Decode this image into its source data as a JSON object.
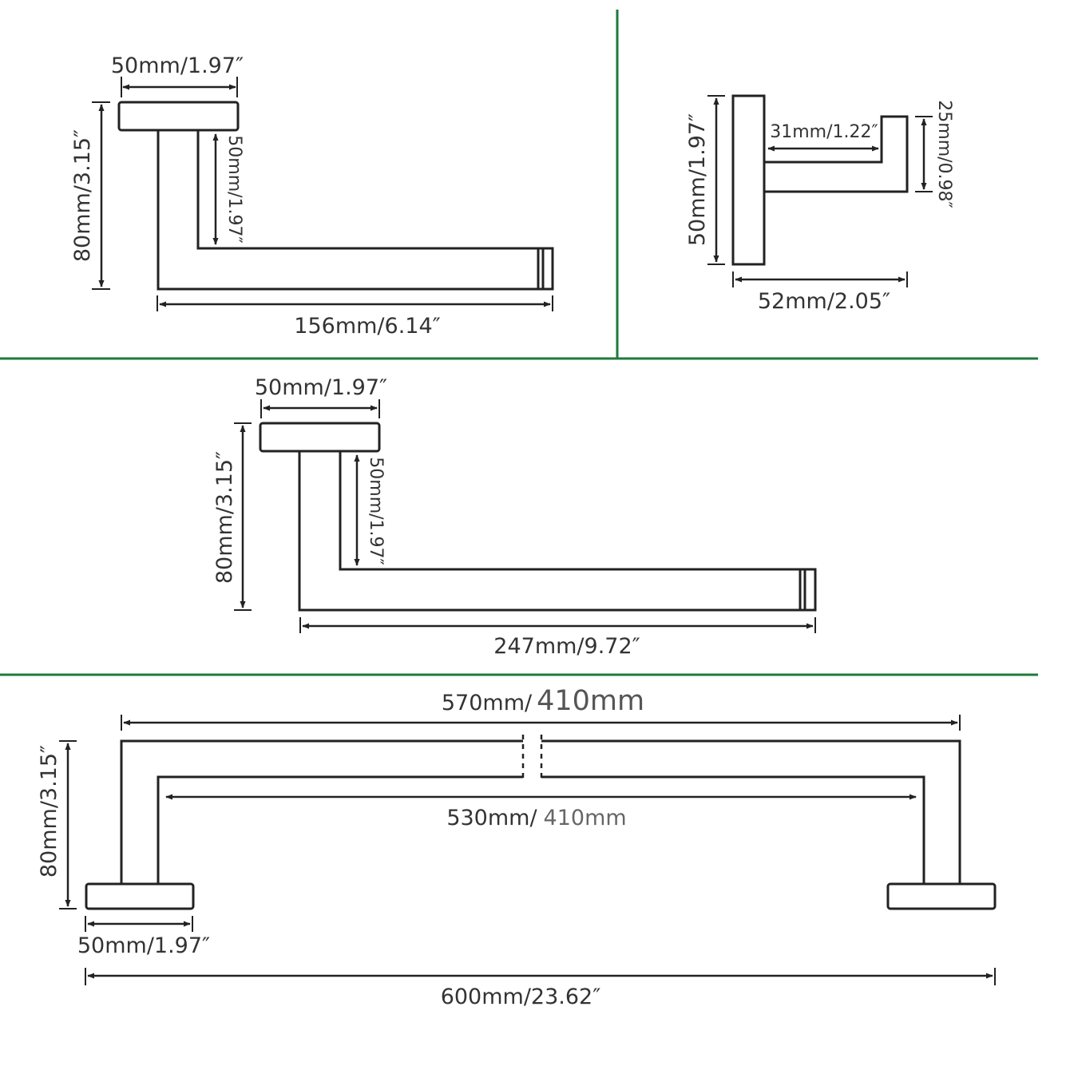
{
  "colors": {
    "separator": "#1f7a3a",
    "drawing": "#222222",
    "text": "#333333"
  },
  "paper_holder_small": {
    "base_width": "50mm/1.97″",
    "height": "80mm/3.15″",
    "arm_height": "50mm/1.97″",
    "length": "156mm/6.14″"
  },
  "robe_hook": {
    "height": "50mm/1.97″",
    "arm_length": "31mm/1.22″",
    "tip_height": "25mm/0.98″",
    "depth": "52mm/2.05″"
  },
  "paper_holder_large": {
    "base_width": "50mm/1.97″",
    "height": "80mm/3.15″",
    "arm_height": "50mm/1.97″",
    "length": "247mm/9.72″"
  },
  "towel_bar": {
    "outer_length_prefix": "570mm/",
    "outer_length_alt": "410mm",
    "inner_length_prefix": "530mm/",
    "inner_length_alt": "410mm",
    "height": "80mm/3.15″",
    "base_width": "50mm/1.97″",
    "total_length": "600mm/23.62″"
  }
}
